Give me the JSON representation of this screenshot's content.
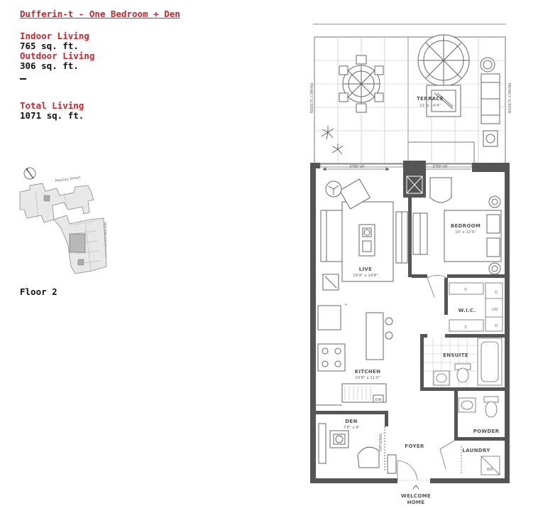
{
  "header": {
    "title": "Dufferin-t - One Bedroom + Den"
  },
  "areas": {
    "indoor_label": "Indoor Living",
    "indoor_value": "765 sq. ft.",
    "outdoor_label": "Outdoor Living",
    "outdoor_value": "306 sq. ft.",
    "total_label": "Total Living",
    "total_value": "1071 sq. ft."
  },
  "site_plan": {
    "street_top": "Mackay Street",
    "street_side": "Beechwood Avenue"
  },
  "floor_label": "Floor 2",
  "floorplan": {
    "terrace": {
      "name": "TERRACE",
      "dims": "21' x 14'4\""
    },
    "privacy_screen": "PRIVACY SCREEN",
    "step_up": "STEP UP",
    "live": {
      "name": "LIVE",
      "dims": "10'4\" x 14'8\""
    },
    "bedroom": {
      "name": "BEDROOM",
      "dims": "10' x 12'6\""
    },
    "wic": {
      "name": "W.I.C."
    },
    "ensuite": {
      "name": "ENSUITE"
    },
    "kitchen": {
      "name": "KITCHEN",
      "dims": "10'8\" x 11'0\""
    },
    "den": {
      "name": "DEN",
      "dims": "7'6\" x 8'"
    },
    "foyer": {
      "name": "FOYER"
    },
    "powder": {
      "name": "POWDER"
    },
    "laundry": {
      "name": "LAUNDRY"
    },
    "optional": "OPTIONAL",
    "dw": "DW",
    "wd": "WD",
    "lin": "LIN",
    "s": "S",
    "d": "D",
    "welcome_line1": "WELCOME",
    "welcome_line2": "HOME"
  }
}
